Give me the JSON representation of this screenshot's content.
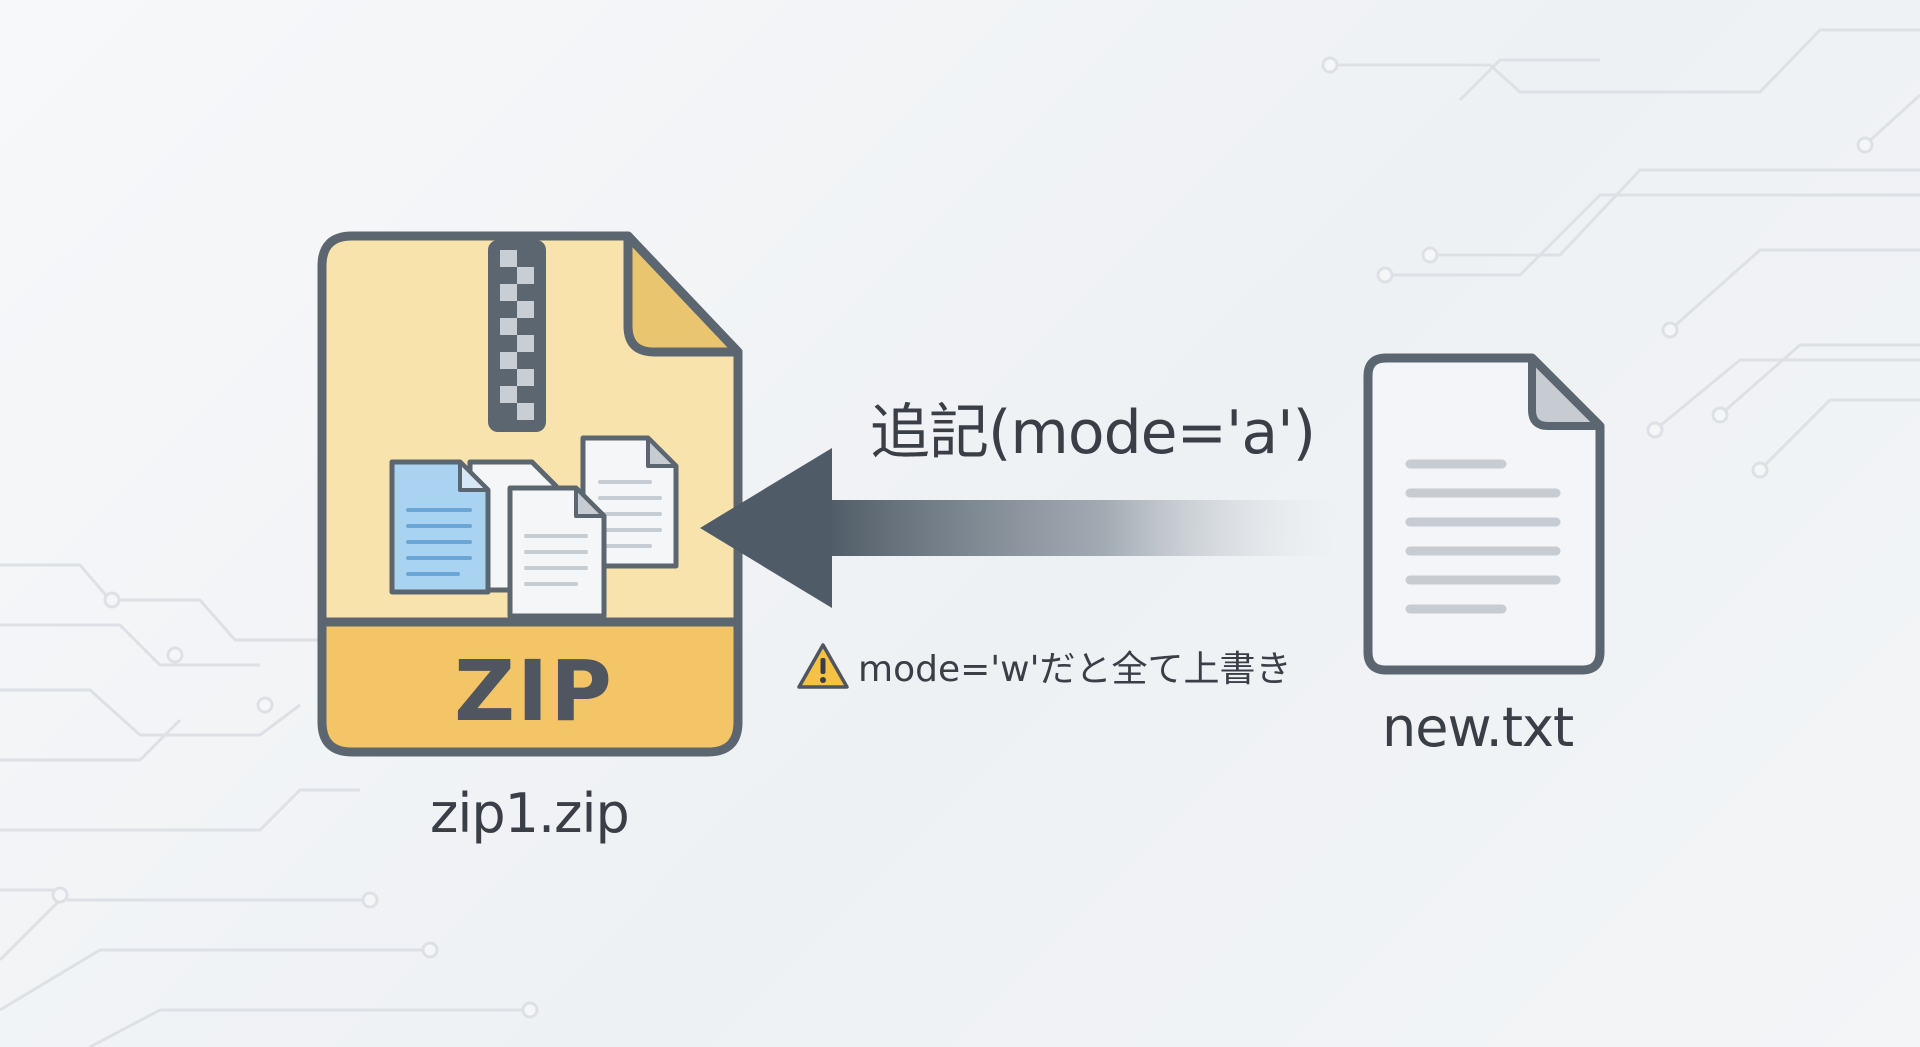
{
  "diagram": {
    "zip_archive": {
      "badge_text": "ZIP",
      "filename": "zip1.zip"
    },
    "source_file": {
      "filename": "new.txt"
    },
    "arrow": {
      "label": "追記(mode='a')"
    },
    "warning": {
      "icon": "warning-triangle-icon",
      "text": "mode='w'だと全て上書き"
    },
    "colors": {
      "zip_body": "#f9e3ad",
      "zip_band": "#f3c566",
      "outline": "#5c6670",
      "arrow": "#4f5b66",
      "doc_blue": "#a9d3f0",
      "warning_yellow": "#f6c244"
    }
  }
}
